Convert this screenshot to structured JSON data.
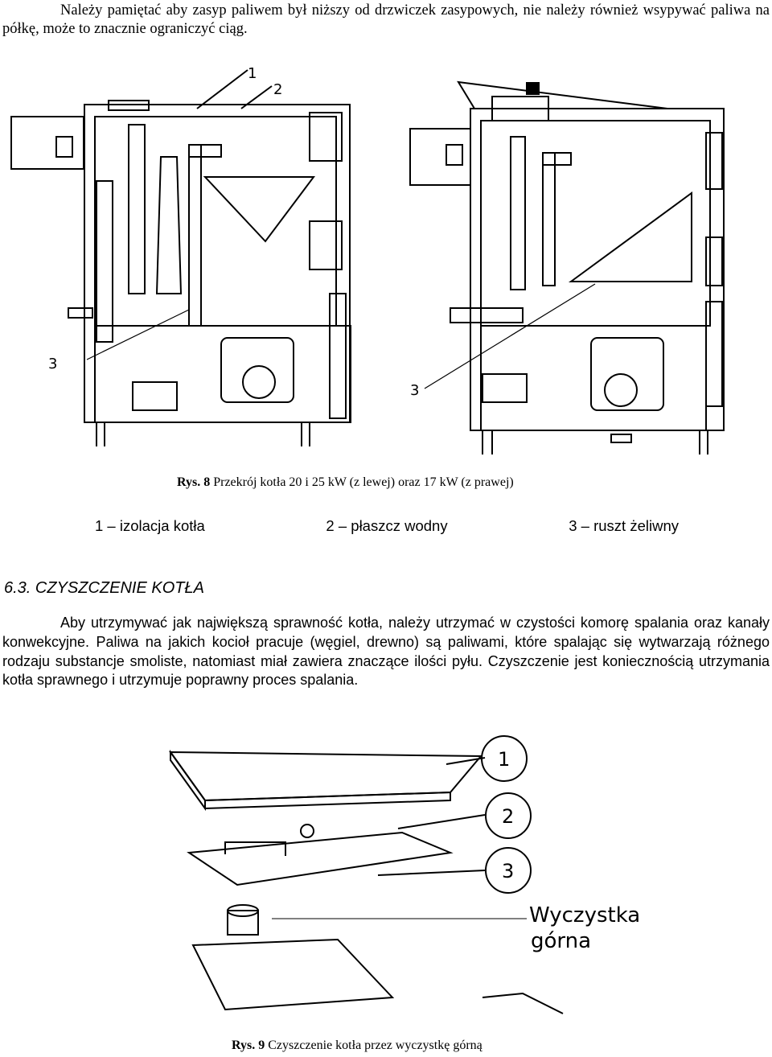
{
  "intro_paragraph": {
    "lines": [
      "Należy pamiętać aby zasyp paliwem był niższy od drzwiczek zasypowych, nie należy",
      "również wsypywać paliwa na półkę, może to znacznie ograniczyć ciąg."
    ]
  },
  "figure8": {
    "callouts": [
      "1",
      "2",
      "3"
    ],
    "caption_label": "Rys.",
    "caption_number": "8",
    "caption_text": "Przekrój kotła 20 i 25 kW (z lewej) oraz 17 kW (z prawej)",
    "legend": [
      "1 – izolacja kotła",
      "2 – płaszcz wodny",
      "3 – ruszt żeliwny"
    ]
  },
  "section": {
    "heading": "6.3. CZYSZCZENIE KOTŁA",
    "lines": [
      "Aby utrzymywać jak największą sprawność kotła, należy utrzymać w czystości komorę",
      "spalania oraz kanały konwekcyjne. Paliwa na jakich kocioł pracuje (węgiel, drewno) są paliwami,",
      "które spalając się wytwarzają różnego rodzaju substancje smoliste, natomiast miał zawiera znaczące",
      "ilości pyłu. Czyszczenie jest koniecznością utrzymania kotła sprawnego i utrzymuje poprawny",
      "proces spalania."
    ]
  },
  "figure9": {
    "callouts": [
      "1",
      "2",
      "3"
    ],
    "annotation_line1": "Wyczystka",
    "annotation_line2": "górna",
    "caption_label": "Rys.",
    "caption_number": "9",
    "caption_text": "Czyszczenie kotła przez wyczystkę górną"
  }
}
